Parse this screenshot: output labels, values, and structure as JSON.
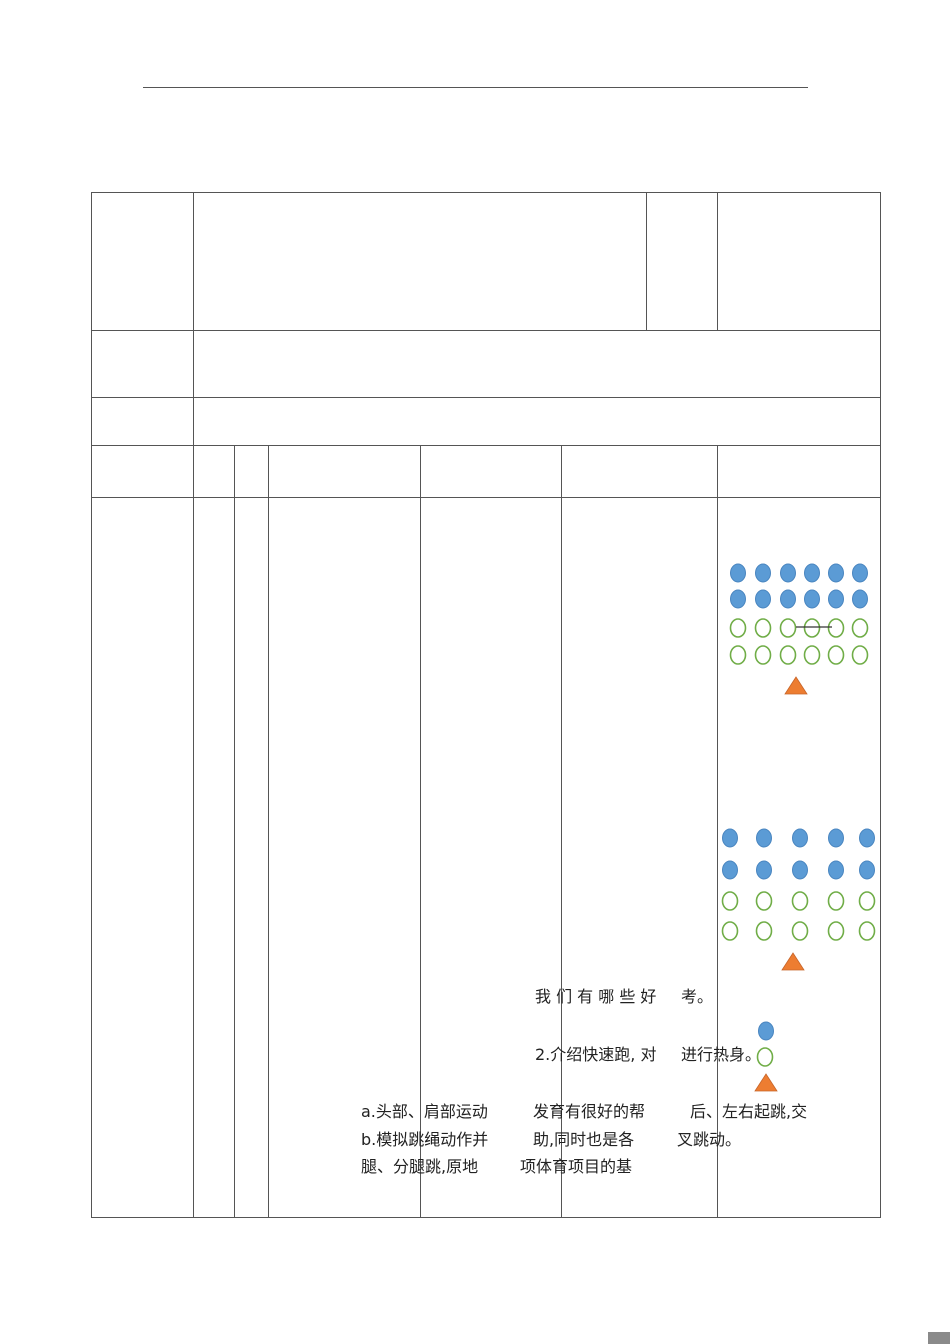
{
  "body_text": {
    "line_row1_a": "我 们 有 哪 些 好",
    "line_row1_b": "考。",
    "line_row2_a": "2.介绍快速跑, 对",
    "line_row2_b": "进行热身。",
    "line_a1": "a.头部、肩部运动",
    "line_a2": "发育有很好的帮",
    "line_a3": "后、左右起跳,交",
    "line_b1": "b.模拟跳绳动作并",
    "line_b2": "助,同时也是各",
    "line_b3": "叉跳动。",
    "line_c1": "腿、分腿跳,原地",
    "line_c2": "项体育项目的基"
  },
  "formations": {
    "filled_color": "#5b9bd5",
    "hollow_color": "#70ad47",
    "teacher_color": "#ed7d31"
  }
}
